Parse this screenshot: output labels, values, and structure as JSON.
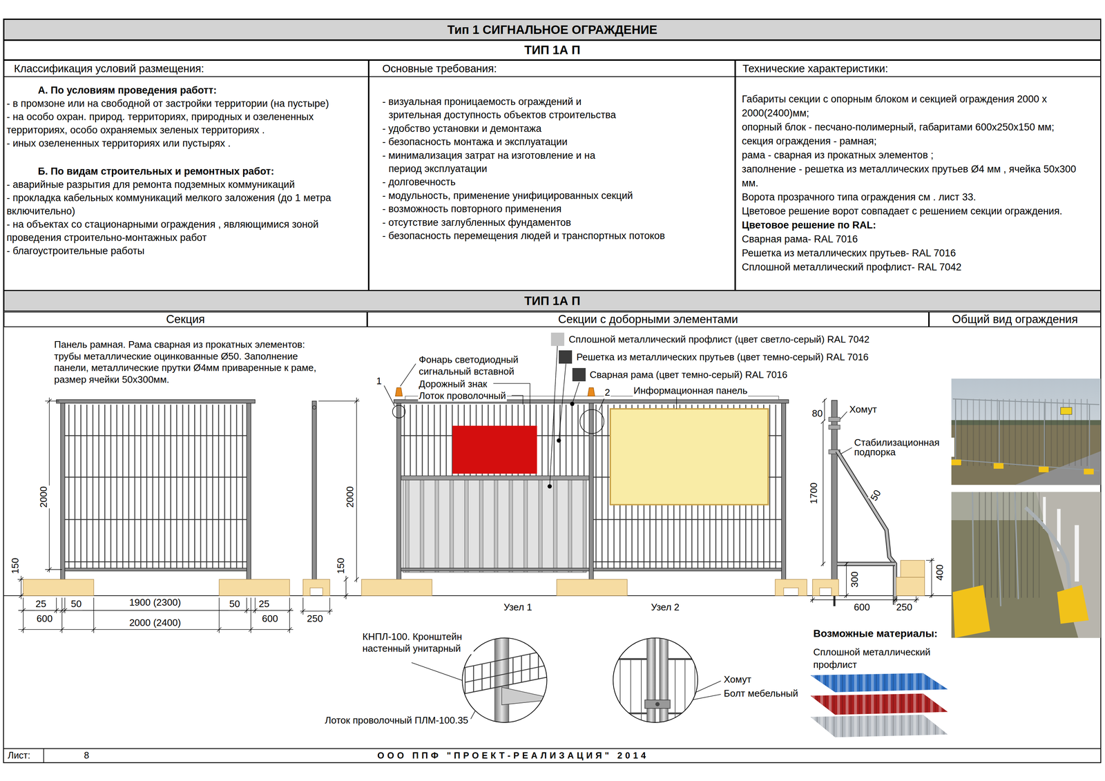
{
  "diagram": {
    "title": "Тип 1 СИГНАЛЬНОЕ ОГРАЖДЕНИЕ",
    "nodes": [
      {
        "text": [
          "ТИП 1А П"
        ]
      },
      {
        "text": [
          "Классификация условий размещения:",
          "А. По условиям проведения работт:",
          "- в промзоне или на свободной от застройки территории (на пустыре)",
          "- на особо охран. природ. территориях, природных и озелененных территориях, особо охраняемых зеленых территориях .",
          "- иных озелененных территориях или пустырях .",
          "Б. По видам строительных и ремонтных работ:",
          "- аварийные разрытия для ремонта подземных коммуникаций",
          "- прокладка кабельных коммуникаций мелкого заложения (до 1 метра включительно)",
          "- на объектах со стационарными ограждения , являющимися зоной проведения строительно-монтажных работ",
          "- благоустроительные работы"
        ]
      },
      {
        "text": [
          "Основные требования:",
          "- визуальная проницаемость ограждений и зрительная доступность объектов строительства",
          "- удобство установки и демонтажа",
          "- безопасность монтажа и эксплуатации",
          "- минимализация затрат на изготовление и на период эксплуатации",
          "- долговечность",
          "- модульность, применение унифицированных секций",
          "- возможность повторного применения",
          "- отсутствие заглубленных фундаментов",
          "- безопасность перемещения людей и транспортных потоков"
        ]
      },
      {
        "text": [
          "Технические характеристики:",
          "Габариты секции с опорным блоком и секцией ограждения 2000 х 2000(2400)мм;",
          "опорный блок - песчано-полимерный, габаритами 600х250х150 мм; секция ограждения - рамная;",
          "рама - сварная из прокатных элементов ;",
          "заполнение - решетка из металлических прутьев Ø4 мм , ячейка 50х300 мм.",
          "Ворота прозрачного типа ограждения см . лист 33.",
          "Цветовое решение ворот совпадает с решением секции ограждения.",
          "Цветовое решение по RAL:",
          "Сварная рама- RAL 7016",
          "Решетка из металлических прутьев- RAL 7016",
          "Сплошной металлический профлист- RAL 7042"
        ]
      },
      {
        "text": [
          "ТИП 1А П"
        ]
      },
      {
        "text": [
          "Секция"
        ]
      },
      {
        "text": [
          "Секции с доборными элементами"
        ]
      },
      {
        "text": [
          "Общий вид ограждения"
        ]
      }
    ],
    "labels": [
      "Панель рамная. Рама сварная из прокатных элементов: трубы металлические оцинкованные Ø50. Заполнение панели, металлические прутки Ø4мм приваренные к раме, размер ячейки 50х300мм.",
      "2000",
      "150",
      "25",
      "50",
      "1900 (2300)",
      "50",
      "25",
      "600",
      "2000 (2400)",
      "600",
      "250",
      "2000",
      "150",
      "1",
      "Фонарь светодиодный сигнальный вставной",
      "Дорожный знак",
      "Лоток проволочный",
      "2",
      "Информационная панель",
      "80",
      "Хомут",
      "Стабилизационная подпорка",
      "1700",
      "50",
      "300",
      "400",
      "600",
      "250",
      "Узел 1",
      "Узел 2",
      "КНПЛ-100. Кронштейн настенный унитарный",
      "Лоток проволочный ПЛМ-100.35",
      "Хомут",
      "Болт мебельный",
      "Возможные материалы:",
      "Сплошной металлический профлист",
      "Лист:",
      "8",
      "ООО ППФ \"ПРОЕКТ-РЕАЛИЗАЦИЯ\" 2014"
    ],
    "legend": [
      {
        "text": "Сплошной металлический профлист (цвет светло-серый) RAL 7042",
        "color": "#c4c4c4"
      },
      {
        "text": "Решетка из металлических прутьев (цвет темно-серый) RAL 7016",
        "color": "#3b3b3b"
      },
      {
        "text": "Сварная рама (цвет темно-серый) RAL 7016",
        "color": "#3b3b3b"
      }
    ]
  }
}
